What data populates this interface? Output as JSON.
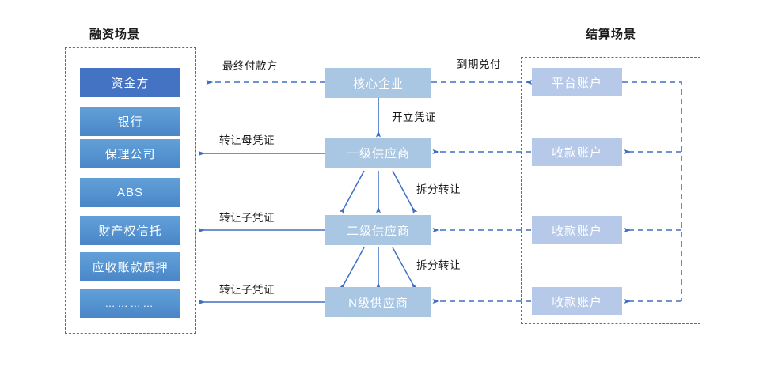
{
  "panels": {
    "financing": {
      "title": "融资场景",
      "items": [
        {
          "label": "资金方",
          "style": "solid"
        },
        {
          "label": "银行",
          "style": "grad"
        },
        {
          "label": "保理公司",
          "style": "grad"
        },
        {
          "label": "ABS",
          "style": "grad"
        },
        {
          "label": "财产权信托",
          "style": "grad"
        },
        {
          "label": "应收账款质押",
          "style": "grad"
        },
        {
          "label": "…………",
          "style": "grad-dots"
        }
      ]
    },
    "settlement": {
      "title": "结算场景",
      "items": [
        {
          "label": "平台账户"
        },
        {
          "label": "收款账户"
        },
        {
          "label": "收款账户"
        },
        {
          "label": "收款账户"
        }
      ]
    }
  },
  "chain": {
    "nodes": [
      {
        "label": "核心企业"
      },
      {
        "label": "一级供应商"
      },
      {
        "label": "二级供应商"
      },
      {
        "label": "N级供应商"
      }
    ]
  },
  "edge_labels": {
    "final_payer": "最终付款方",
    "maturity_payment": "到期兑付",
    "issue_voucher": "开立凭证",
    "transfer_parent_1": "转让母凭证",
    "split_transfer_1": "拆分转让",
    "transfer_child_1": "转让子凭证",
    "split_transfer_2": "拆分转让",
    "transfer_child_2": "转让子凭证"
  },
  "colors": {
    "solid_chip": "#4573c4",
    "grad_chip_top": "#63a0d8",
    "grad_chip_bottom": "#4a85c6",
    "center_node": "#a9c6e3",
    "right_node": "#b7c9e8",
    "wire": "#4573c4",
    "panel_border": "#3f6fc4"
  }
}
